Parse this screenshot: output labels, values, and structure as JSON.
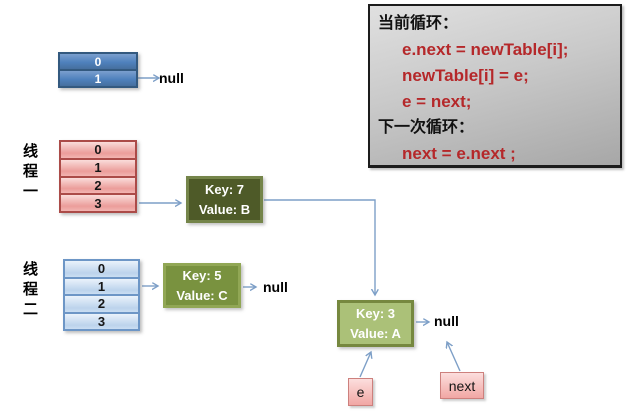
{
  "code_box": {
    "lines": [
      {
        "text": "当前循环：",
        "style": "header"
      },
      {
        "text": "e.next = newTable[i];",
        "style": "code"
      },
      {
        "text": "newTable[i] = e;",
        "style": "code"
      },
      {
        "text": "e = next;",
        "style": "code"
      },
      {
        "text": "下一次循环：",
        "style": "header"
      },
      {
        "text": "next = e.next ;",
        "style": "code"
      }
    ]
  },
  "threads": [
    {
      "label": "线程一"
    },
    {
      "label": "线程二"
    }
  ],
  "tables": {
    "new_table_top": {
      "rows": [
        "0",
        "1"
      ]
    },
    "thread1_table": {
      "rows": [
        "0",
        "1",
        "2",
        "3"
      ]
    },
    "thread2_table": {
      "rows": [
        "0",
        "1",
        "2",
        "3"
      ]
    }
  },
  "nodes": {
    "key7": {
      "key": "Key: 7",
      "value": "Value: B"
    },
    "key5": {
      "key": "Key: 5",
      "value": "Value: C"
    },
    "key3": {
      "key": "Key: 3",
      "value": "Value: A"
    }
  },
  "pointers": {
    "e": "e",
    "next": "next"
  },
  "labels": {
    "null_top": "null",
    "null_key5": "null",
    "null_key3": "null"
  },
  "colors": {
    "arrow": "#7d9fc7",
    "code_text_red": "#b5282a",
    "code_header_black": "#111111",
    "node_key7_fill": "#4e5a28",
    "node_key5_fill": "#79923f",
    "node_key3_fill": "#abc178",
    "bucket_blue": "#4f81bd",
    "bucket_pink": "#eb9d9a"
  }
}
